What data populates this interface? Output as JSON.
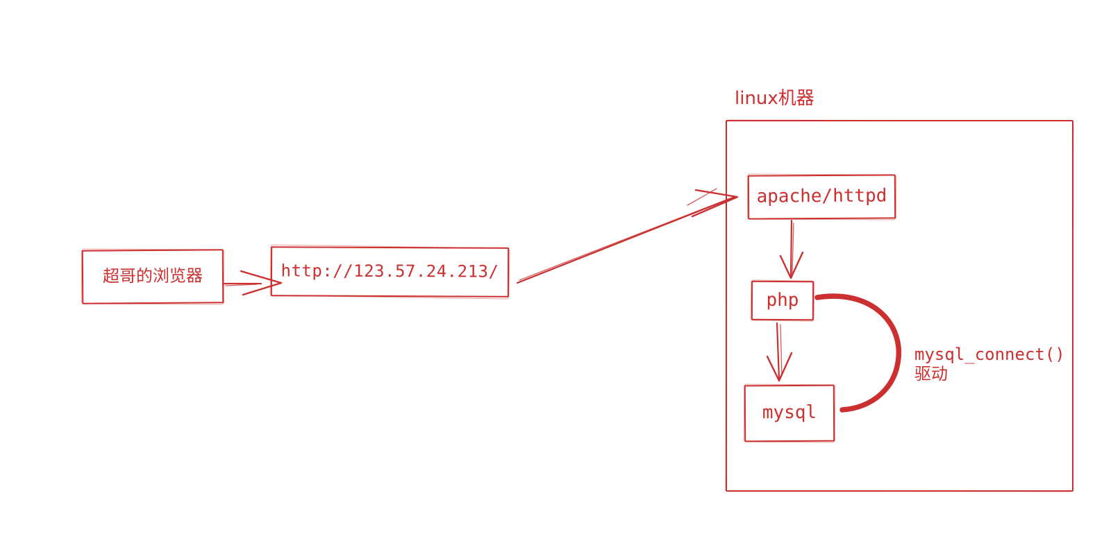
{
  "diagram": {
    "accent_color": "#cb2f2f",
    "background_color": "#ffffff",
    "nodes": {
      "browser": {
        "label": "超哥的浏览器"
      },
      "url": {
        "label": "http://123.57.24.213/"
      },
      "linux_machine": {
        "label": "linux机器"
      },
      "apache": {
        "label": "apache/httpd"
      },
      "php": {
        "label": "php"
      },
      "mysql": {
        "label": "mysql"
      }
    },
    "annotations": {
      "mysql_connect": {
        "line1": "mysql_connect()",
        "line2": "驱动"
      }
    },
    "edges": [
      {
        "from": "browser",
        "to": "url",
        "style": "arrow"
      },
      {
        "from": "url",
        "to": "apache",
        "style": "arrow"
      },
      {
        "from": "apache",
        "to": "php",
        "style": "arrow"
      },
      {
        "from": "php",
        "to": "mysql",
        "style": "arrow"
      },
      {
        "from": "php",
        "to": "mysql",
        "style": "thick-curve",
        "label": "mysql_connect() 驱动"
      }
    ]
  }
}
